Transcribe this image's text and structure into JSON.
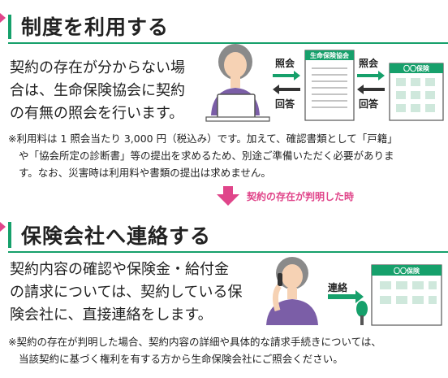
{
  "section1": {
    "title": "制度を利用する",
    "body_lines": [
      "契約の存在が分からない場",
      "合は、生命保険協会に契約",
      "の有無の照会を行います。"
    ],
    "note_lines": [
      "※利用料は 1 照会当たり 3,000 円（税込み）です。加えて、確認書類として「戸籍」",
      "や「協会所定の診断書」等の提出を求めるため、別途ご準備いただく必要がありま",
      "す。なお、災害時は利用料や書類の提出は求めません。"
    ],
    "illustration": {
      "doc_title": "生命保険協会",
      "company_sign": "〇〇保険",
      "inquiry_label_1": "照会",
      "reply_label_1": "回答",
      "inquiry_label_2": "照会",
      "reply_label_2": "回答"
    }
  },
  "transition": {
    "label": "契約の存在が判明した時"
  },
  "section2": {
    "title": "保険会社へ連絡する",
    "body_lines": [
      "契約内容の確認や保険金・給付金",
      "の請求については、契約している保",
      "険会社に、直接連絡をします。"
    ],
    "note_lines": [
      "※契約の存在が判明した場合、契約内容の詳細や具体的な請求手続きについては、",
      "当該契約に基づく権利を有する方から生命保険会社にご照会ください。"
    ],
    "illustration": {
      "contact_label": "連絡",
      "company_sign": "〇〇保険"
    }
  },
  "colors": {
    "accent_green": "#16a06b",
    "accent_pink": "#e0458a",
    "hair": "#8a8a8a",
    "clothing": "#7b5ea7"
  }
}
